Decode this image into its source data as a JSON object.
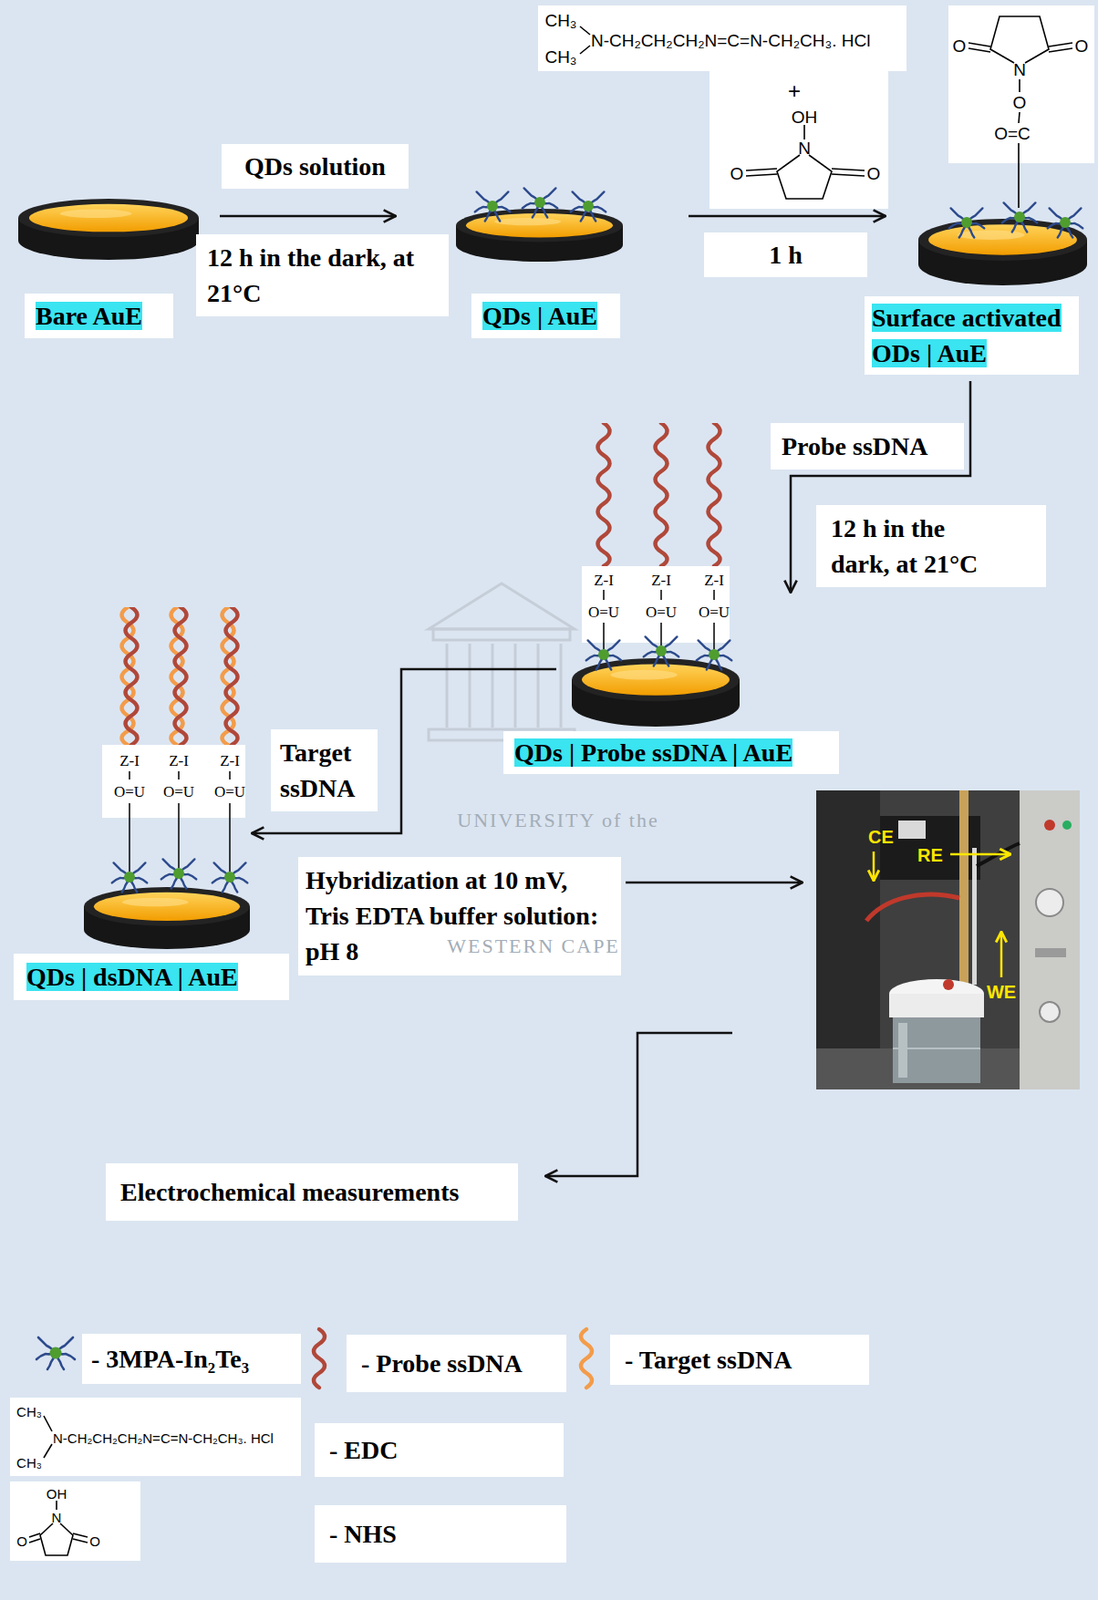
{
  "diagram": {
    "nodes": [
      {
        "text": [
          "QDs solution"
        ]
      },
      {
        "text": [
          "12 h in the dark, at 21°C"
        ]
      },
      {
        "text": [
          "1 h"
        ]
      },
      {
        "text": [
          "Bare AuE"
        ]
      },
      {
        "text": [
          "QDs | AuE"
        ]
      },
      {
        "text": [
          "Surface activated ODs | AuE"
        ]
      },
      {
        "text": [
          "Probe ssDNA"
        ]
      },
      {
        "text": [
          "12 h in the dark, at 21°C"
        ]
      },
      {
        "text": [
          "QDs | Probe ssDNA | AuE"
        ]
      },
      {
        "text": [
          "Target ssDNA"
        ]
      },
      {
        "text": [
          "Hybridization at 10 mV, Tris EDTA buffer solution: pH 8"
        ]
      },
      {
        "text": [
          "QDs | dsDNA | AuE"
        ]
      },
      {
        "text": [
          "Electrochemical measurements"
        ]
      }
    ],
    "labels": [
      "CH₃",
      "CH₃",
      "N-CH₂CH₂CH₂N=C=N-CH₂CH₃. HCl",
      "+",
      "OH",
      "N",
      "O",
      "O",
      "O",
      "O",
      "N",
      "O",
      "O=C",
      "Z-I",
      "Z-I",
      "Z-I",
      "O=U",
      "O=U",
      "O=U",
      "UNIVERSITY of the",
      "WESTERN CAPE",
      "Z-I",
      "Z-I",
      "Z-I",
      "O=U",
      "O=U",
      "O=U",
      "CE",
      "RE",
      "WE",
      "CH₃",
      "CH₃",
      "N-CH₂CH₂CH₂N=C=N-CH₂CH₃. HCl",
      "OH",
      "N",
      "O",
      "O"
    ],
    "legend": [
      {
        "text": "- 3MPA-In₂Te₃"
      },
      {
        "text": "- Probe ssDNA"
      },
      {
        "text": "- Target ssDNA"
      },
      {
        "text": "- EDC"
      },
      {
        "text": "- NHS"
      }
    ]
  }
}
